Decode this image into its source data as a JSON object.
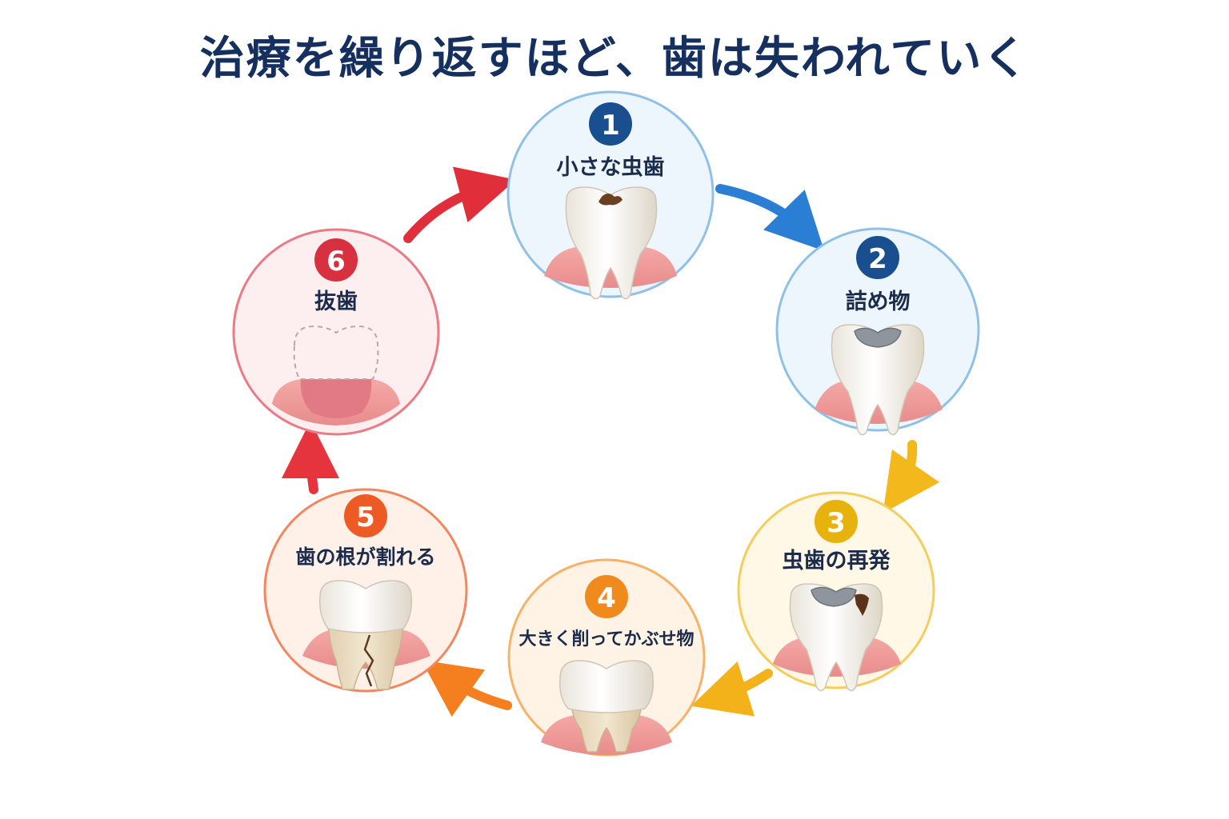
{
  "title": "治療を繰り返すほど、歯は失われていく",
  "steps": [
    {
      "number": "1",
      "label": "小さな虫歯",
      "color": "#1a4f8f",
      "ring": "#8ec0e8",
      "fill": "#eef6fd"
    },
    {
      "number": "2",
      "label": "詰め物",
      "color": "#1a4f8f",
      "ring": "#8ec0e8",
      "fill": "#eef6fd"
    },
    {
      "number": "3",
      "label": "虫歯の再発",
      "color": "#e8b20c",
      "ring": "#f4cd5c",
      "fill": "#fff8e6"
    },
    {
      "number": "4",
      "label": "大きく削ってかぶせ物",
      "color": "#f08a1c",
      "ring": "#f6b26a",
      "fill": "#fff3e6"
    },
    {
      "number": "5",
      "label": "歯の根が割れる",
      "color": "#ee5a24",
      "ring": "#f1865f",
      "fill": "#fff1e8"
    },
    {
      "number": "6",
      "label": "抜歯",
      "color": "#d9303f",
      "ring": "#ea7a84",
      "fill": "#fdeef0"
    }
  ],
  "arrow_colors": [
    "#2a7fd4",
    "#f2b81c",
    "#f4b21a",
    "#f57f1f",
    "#e5343e",
    "#e02f3b"
  ]
}
